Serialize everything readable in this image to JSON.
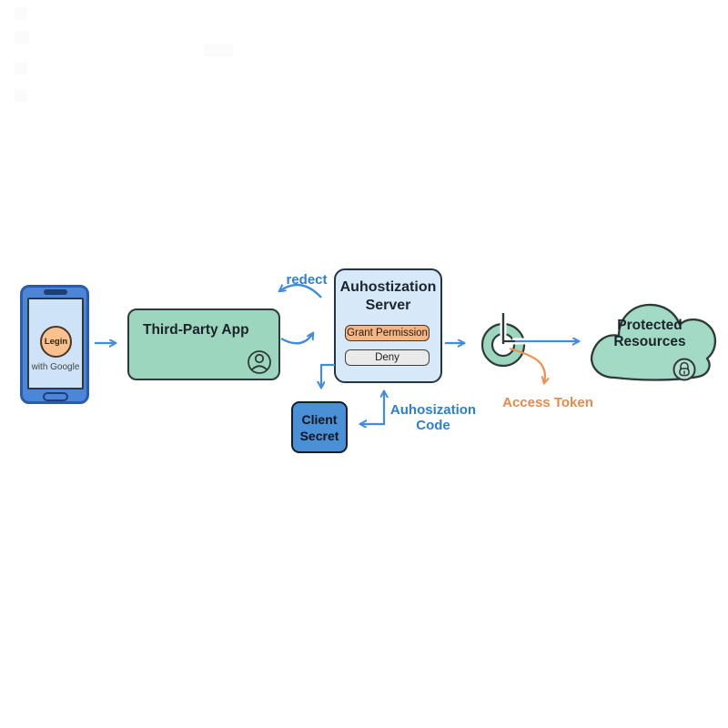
{
  "phone": {
    "login_label": "Legin",
    "subtitle": "with Google"
  },
  "app": {
    "label": "Third-Party App"
  },
  "redirect_label": "redect",
  "auth_server": {
    "title": "Auhostization Server",
    "grant_button": "Grant Permission",
    "deny_button": "Deny"
  },
  "client_secret": {
    "label": "Client Secret"
  },
  "auth_code_label": "Auhosization Code",
  "access_token_label": "Access Token",
  "resources": {
    "label": "Protected Resources"
  },
  "colors": {
    "arrow_blue": "#3f8ce0",
    "label_blue": "#2e7fd0",
    "orange": "#ef9050",
    "green_fill": "#9dd6bf",
    "cloud_fill": "#a3dac6",
    "auth_fill": "#d7e8f8",
    "client_fill": "#4a90d6",
    "phone_fill": "#4c86d9",
    "login_fill": "#f9c18d",
    "grant_fill": "#f6b583",
    "deny_fill": "#eaeaea",
    "outline_dark": "#2e3a3a"
  }
}
